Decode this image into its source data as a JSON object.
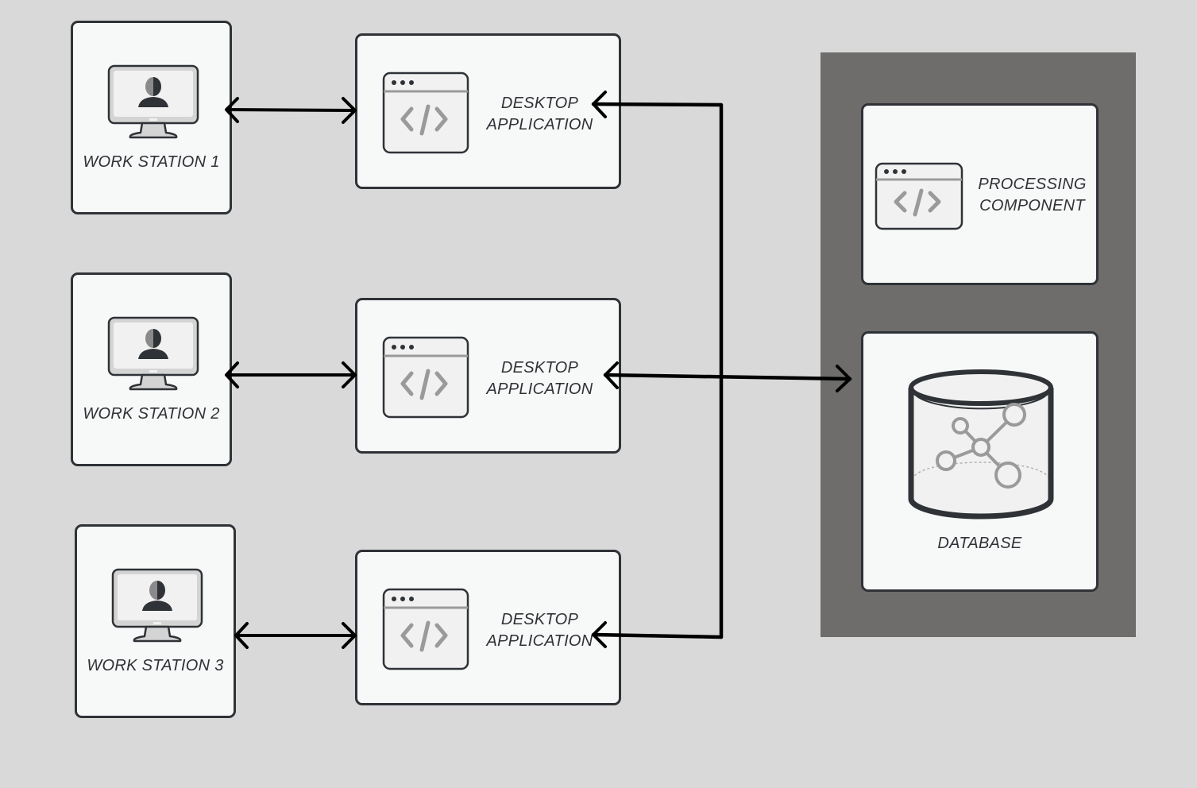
{
  "diagram": {
    "workstations": [
      {
        "id": "ws1",
        "label": "WORK STATION 1",
        "icon": "monitor-user-icon"
      },
      {
        "id": "ws2",
        "label": "WORK STATION 2",
        "icon": "monitor-user-icon"
      },
      {
        "id": "ws3",
        "label": "WORK STATION 3",
        "icon": "monitor-user-icon"
      }
    ],
    "applications": [
      {
        "id": "app1",
        "line1": "DESKTOP",
        "line2": "APPLICATION",
        "icon": "code-window-icon"
      },
      {
        "id": "app2",
        "line1": "DESKTOP",
        "line2": "APPLICATION",
        "icon": "code-window-icon"
      },
      {
        "id": "app3",
        "line1": "DESKTOP",
        "line2": "APPLICATION",
        "icon": "code-window-icon"
      }
    ],
    "server": {
      "processing": {
        "line1": "PROCESSING",
        "line2": "COMPONENT",
        "icon": "code-window-icon"
      },
      "database": {
        "label": "DATABASE",
        "icon": "database-graph-icon"
      }
    },
    "connections": [
      {
        "from": "ws1",
        "to": "app1",
        "type": "bidirectional"
      },
      {
        "from": "ws2",
        "to": "app2",
        "type": "bidirectional"
      },
      {
        "from": "ws3",
        "to": "app3",
        "type": "bidirectional"
      },
      {
        "from": "database",
        "to": "app1",
        "type": "bidirectional"
      },
      {
        "from": "database",
        "to": "app2",
        "type": "bidirectional"
      },
      {
        "from": "database",
        "to": "app3",
        "type": "bidirectional"
      }
    ]
  },
  "colors": {
    "background": "#d9d9d9",
    "box_fill": "#f7f8f8",
    "box_border": "#2f3236",
    "server_zone": "#6e6d6b",
    "icon_gray": "#9a9a9a",
    "arrow": "#000000"
  }
}
